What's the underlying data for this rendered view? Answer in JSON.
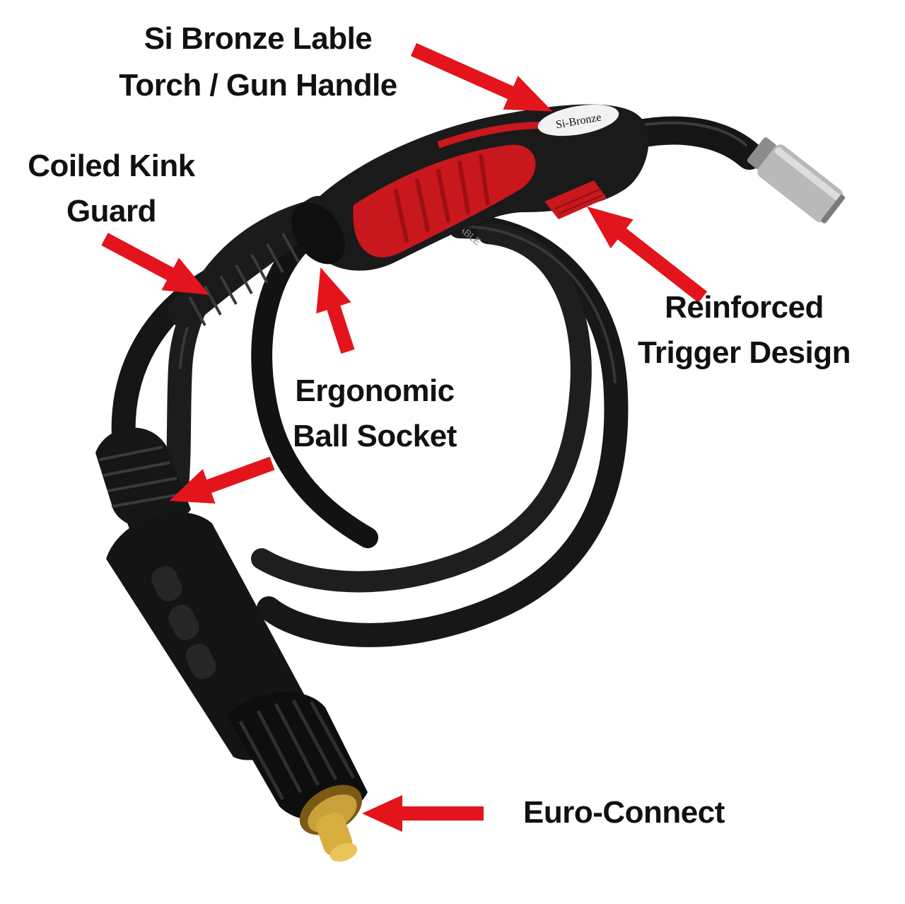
{
  "colors": {
    "background": "#ffffff",
    "arrow": "#e3141c",
    "cable": "#151515",
    "handle_red": "#c8171d",
    "brass": "#c9a03a",
    "nozzle": "#b9b9b9"
  },
  "torch": {
    "handle_label": "Si-Bronze",
    "cable_print": "CABLE"
  },
  "callouts": {
    "handle": {
      "line1": "Si Bronze Lable",
      "line2": "Torch / Gun Handle"
    },
    "kink_guard": {
      "line1": "Coiled Kink",
      "line2": "Guard"
    },
    "trigger": {
      "line1": "Reinforced",
      "line2": "Trigger Design"
    },
    "ball_socket": {
      "line1": "Ergonomic",
      "line2": "Ball Socket"
    },
    "euro": {
      "line1": "Euro-Connect"
    }
  }
}
